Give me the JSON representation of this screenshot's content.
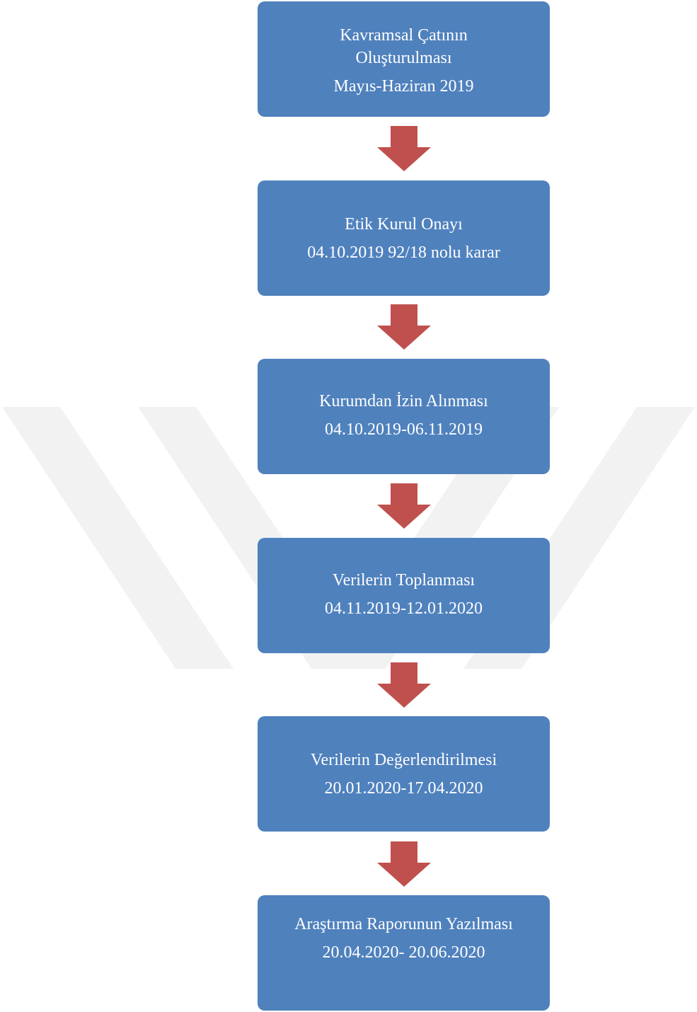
{
  "steps": [
    {
      "lines": [
        "Kavramsal Çatının",
        "Oluşturulması",
        "Mayıs-Haziran 2019"
      ]
    },
    {
      "lines": [
        "Etik Kurul Onayı",
        "04.10.2019  92/18 nolu karar"
      ]
    },
    {
      "lines": [
        "Kurumdan İzin Alınması",
        "04.10.2019-06.11.2019"
      ]
    },
    {
      "lines": [
        "Verilerin Toplanması",
        "04.11.2019-12.01.2020"
      ]
    },
    {
      "lines": [
        "Verilerin Değerlendirilmesi",
        "20.01.2020-17.04.2020"
      ]
    },
    {
      "lines": [
        "Araştırma Raporunun Yazılması",
        "20.04.2020- 20.06.2020"
      ]
    }
  ],
  "colors": {
    "box": "#4f81bd",
    "box_text": "#ffffff",
    "arrow": "#c0504d",
    "watermark": "#f2f2f2"
  },
  "icons": {
    "arrow": "down-arrow-icon",
    "watermark": "yok-logo-watermark"
  }
}
